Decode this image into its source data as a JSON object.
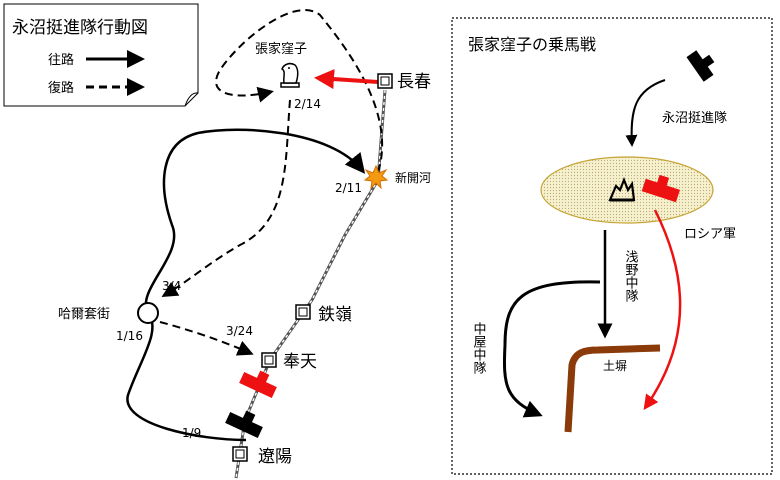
{
  "legend": {
    "title": "永沼挺進隊行動図",
    "outbound_label": "往路",
    "return_label": "復路"
  },
  "places": {
    "zhangjiawozi": "張家窪子",
    "changchun": "長春",
    "xinkaihe": "新開河",
    "harbin": "哈爾套街",
    "tieling": "鉄嶺",
    "mukden": "奉天",
    "liaoyang": "遼陽"
  },
  "dates": {
    "d_2_14": "2/14",
    "d_2_11": "2/11",
    "d_3_4": "3/4",
    "d_1_16": "1/16",
    "d_3_24": "3/24",
    "d_1_9": "1/9"
  },
  "inset": {
    "title": "張家窪子の乗馬戦",
    "nagamuma_unit": "永沼挺進隊",
    "russian_army": "ロシア軍",
    "asano_unit": "浅野中隊",
    "nakaya_unit": "中屋中隊",
    "earthwork": "土塀"
  },
  "colors": {
    "russian": "#ee1111",
    "japanese": "#000000",
    "earthwork": "#8b3a0a",
    "ellipse_fill": "#f3efc8"
  },
  "icons": [
    "knight-icon",
    "station-icon",
    "explosion-icon",
    "unit-symbol-icon"
  ]
}
